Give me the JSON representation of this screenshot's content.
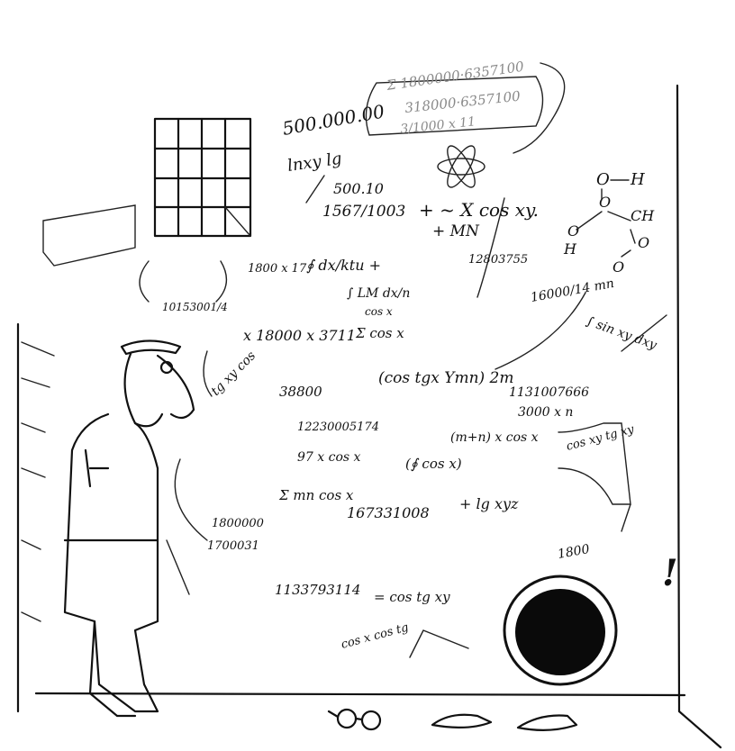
{
  "scene": {
    "formulas": [
      {
        "id": "f1",
        "text": "500.000.00"
      },
      {
        "id": "f2",
        "text": "Σ 1800000·6357100"
      },
      {
        "id": "f3",
        "text": "318000·6357100"
      },
      {
        "id": "f4",
        "text": "3/1000 x 11"
      },
      {
        "id": "f5",
        "text": "lnxy lg"
      },
      {
        "id": "f6",
        "text": "500.10"
      },
      {
        "id": "f7",
        "text": "1567/1003"
      },
      {
        "id": "f8",
        "text": "+ ~  X cos xy."
      },
      {
        "id": "f9",
        "text": "+ MN"
      },
      {
        "id": "f10",
        "text": "12803755"
      },
      {
        "id": "f11",
        "text": "1800 x 17"
      },
      {
        "id": "f12",
        "text": "∮ dx/ktu +"
      },
      {
        "id": "f13",
        "text": "∫ LM dx/n"
      },
      {
        "id": "f14",
        "text": "cos x"
      },
      {
        "id": "f15",
        "text": "10153001/4"
      },
      {
        "id": "f16",
        "text": "x 18000 x 3711"
      },
      {
        "id": "f17",
        "text": "Σ cos x"
      },
      {
        "id": "f18",
        "text": "16000/14 mn"
      },
      {
        "id": "f19",
        "text": "∫ sin xy dxy"
      },
      {
        "id": "f20",
        "text": "tg xy cos"
      },
      {
        "id": "f21",
        "text": "38800"
      },
      {
        "id": "f22",
        "text": "(cos tgx  Ymn) 2m"
      },
      {
        "id": "f23",
        "text": "1131007666"
      },
      {
        "id": "f24",
        "text": "3000 x n"
      },
      {
        "id": "f25",
        "text": "(m+n) x cos x"
      },
      {
        "id": "f26",
        "text": "12230005174"
      },
      {
        "id": "f27",
        "text": "97 x cos x"
      },
      {
        "id": "f28",
        "text": "Σ mn cos x"
      },
      {
        "id": "f29",
        "text": "(∮ cos x)"
      },
      {
        "id": "f30",
        "text": "cos xy tg xy"
      },
      {
        "id": "f31",
        "text": "1800000"
      },
      {
        "id": "f32",
        "text": "1700031"
      },
      {
        "id": "f33",
        "text": "167331008"
      },
      {
        "id": "f34",
        "text": "+ lg xyz"
      },
      {
        "id": "f35",
        "text": "1133793114"
      },
      {
        "id": "f36",
        "text": "= cos tg xy"
      },
      {
        "id": "f37",
        "text": "cos x cos tg"
      },
      {
        "id": "f38",
        "text": "1800"
      },
      {
        "id": "f39",
        "text": "!"
      }
    ],
    "chem": {
      "o1": "O",
      "h1": "H",
      "o2": "O",
      "ch": "CH",
      "o3": "O",
      "h2": "H",
      "o4": "O",
      "o5": "O"
    }
  }
}
